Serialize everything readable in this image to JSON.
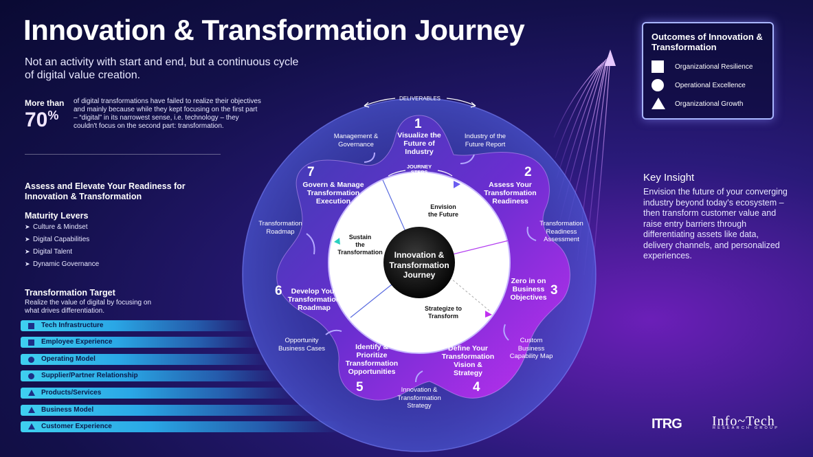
{
  "title": "Innovation & Transformation Journey",
  "subtitle": "Not an activity with start and end, but a continuous cycle of digital value creation.",
  "stat": {
    "prefix": "More than",
    "value": "70",
    "unit": "%",
    "text": "of digital transformations have failed to realize their objectives and mainly because while they kept focusing on the first part – “digital” in its narrowest sense, i.e. technology – they couldn't focus on the second part: transformation."
  },
  "assess_title": "Assess and Elevate Your Readiness for Innovation & Transformation",
  "maturity_levers": {
    "title": "Maturity Levers",
    "items": [
      "Culture & Mindset",
      "Digital Capabilities",
      "Digital Talent",
      "Dynamic Governance"
    ]
  },
  "transformation_target": {
    "title": "Transformation Target",
    "subtitle": "Realize the value of digital by focusing on what drives differentiation.",
    "items": [
      {
        "label": "Tech Infrastructure",
        "shape": "square"
      },
      {
        "label": "Employee Experience",
        "shape": "square"
      },
      {
        "label": "Operating Model",
        "shape": "circle"
      },
      {
        "label": "Supplier/Partner Relationship",
        "shape": "circle"
      },
      {
        "label": "Products/Services",
        "shape": "triangle"
      },
      {
        "label": "Business Model",
        "shape": "triangle"
      },
      {
        "label": "Customer Experience",
        "shape": "triangle"
      }
    ]
  },
  "outcomes": {
    "title": "Outcomes of Innovation & Transformation",
    "items": [
      {
        "label": "Organizational Resilience",
        "shape": "square"
      },
      {
        "label": "Operational Excellence",
        "shape": "circle"
      },
      {
        "label": "Organizational Growth",
        "shape": "triangle"
      }
    ]
  },
  "key_insight": {
    "title": "Key Insight",
    "text": "Envision the future of your converging industry beyond today's ecosystem – then transform customer value and raise entry barriers through differentiating assets like data, delivery channels, and personalized experiences."
  },
  "diagram": {
    "center": [
      "Innovation &",
      "Transformation",
      "Journey"
    ],
    "deliverables_label": "DELIVERABLES",
    "journey_steps_label": [
      "JOURNEY",
      "STEPS"
    ],
    "steps": [
      {
        "number": "1",
        "label": [
          "Visualize the",
          "Future of",
          "Industry"
        ]
      },
      {
        "number": "2",
        "label": [
          "Assess Your",
          "Transformation",
          "Readiness"
        ]
      },
      {
        "number": "3",
        "label": [
          "Zero in on",
          "Business",
          "Objectives"
        ]
      },
      {
        "number": "4",
        "label": [
          "Define Your",
          "Transformation",
          "Vision &",
          "Strategy"
        ]
      },
      {
        "number": "5",
        "label": [
          "Identify &",
          "Prioritize",
          "Transformation",
          "Opportunities"
        ]
      },
      {
        "number": "6",
        "label": [
          "Develop Your",
          "Transformation",
          "Roadmap"
        ]
      },
      {
        "number": "7",
        "label": [
          "Govern & Manage",
          "Transformation",
          "Execution"
        ]
      }
    ],
    "phases": [
      [
        "Envision",
        "the Future"
      ],
      [
        "Strategize to",
        "Transform"
      ],
      [
        "Sustain",
        "the",
        "Transformation"
      ]
    ],
    "deliverables": [
      [
        "Industry of the",
        "Future Report"
      ],
      [
        "Transformation",
        "Readiness",
        "Assessment"
      ],
      [
        "Custom",
        "Business",
        "Capability Map"
      ],
      [
        "Innovation &",
        "Transformation",
        "Strategy"
      ],
      [
        "Opportunity",
        "Business Cases"
      ],
      [
        "Transformation",
        "Roadmap"
      ],
      [
        "Management &",
        "Governance"
      ]
    ]
  },
  "logos": {
    "itrg": "ITRG",
    "infotech": "Info~Tech",
    "research_group": "RESEARCH GROUP"
  },
  "colors": {
    "accent_cyan": "#3fd0f0",
    "accent_purple": "#b23cf0",
    "background_dark": "#0a0a33"
  }
}
